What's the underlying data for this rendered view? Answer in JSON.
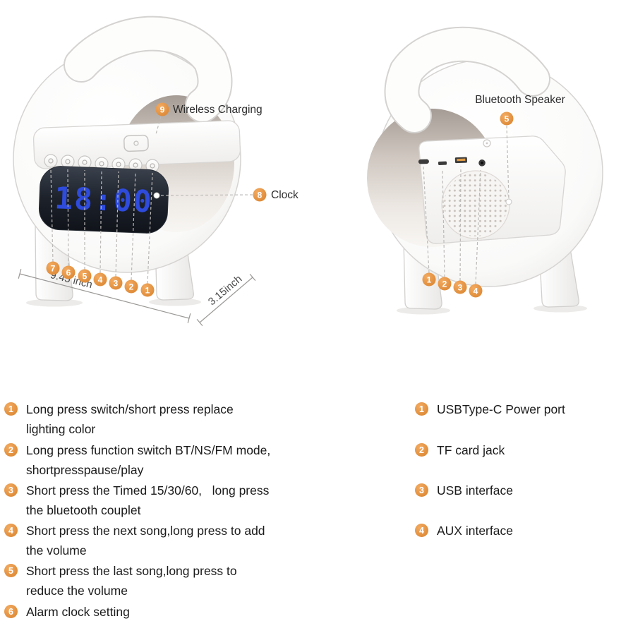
{
  "accent": "#DB8530",
  "front_view": {
    "clock_time": "18:00",
    "callout_wireless": {
      "num": "9",
      "label": "Wireless Charging"
    },
    "callout_clock": {
      "num": "8",
      "label": "Clock"
    },
    "button_callouts": [
      "7",
      "6",
      "5",
      "4",
      "3",
      "2",
      "1"
    ],
    "dim_width": "9.45 inch",
    "dim_depth": "3.15inch"
  },
  "back_view": {
    "speaker_label": "Bluetooth Speaker",
    "speaker_num": "5",
    "port_callouts": [
      "1",
      "2",
      "3",
      "4"
    ]
  },
  "features_left": [
    {
      "num": "1",
      "lines": [
        "Long press switch/short press replace",
        "lighting color"
      ]
    },
    {
      "num": "2",
      "lines": [
        "Long press function switch BT/NS/FM mode,",
        "shortpresspause/play"
      ]
    },
    {
      "num": "3",
      "lines": [
        "Short press the Timed 15/30/60,   long press",
        "the bluetooth couplet"
      ]
    },
    {
      "num": "4",
      "lines": [
        "Short press the next song,long press to add",
        "the volume"
      ]
    },
    {
      "num": "5",
      "lines": [
        "Short press the last song,long press to",
        "reduce the volume"
      ]
    },
    {
      "num": "6",
      "lines": [
        "Alarm clock setting"
      ]
    }
  ],
  "features_right": [
    {
      "num": "1",
      "lines": [
        "USBType-C Power port"
      ]
    },
    {
      "num": "2",
      "lines": [
        "TF card jack"
      ]
    },
    {
      "num": "3",
      "lines": [
        "USB interface"
      ]
    },
    {
      "num": "4",
      "lines": [
        "AUX interface"
      ]
    }
  ]
}
